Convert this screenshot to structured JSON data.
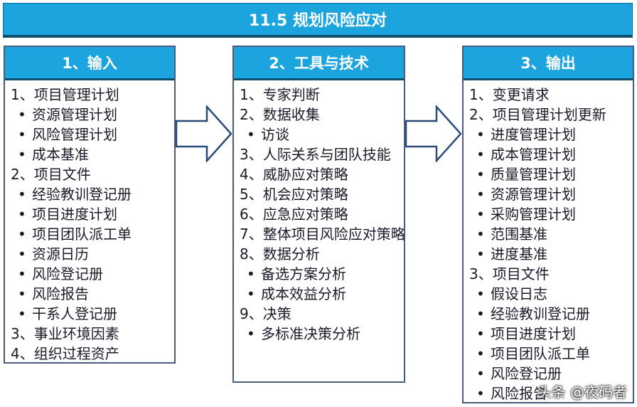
{
  "title": "11.5 规划风险应对",
  "columns": [
    {
      "header": "1、输入",
      "items": [
        {
          "text": "1、项目管理计划",
          "level": 0
        },
        {
          "text": "资源管理计划",
          "level": 1
        },
        {
          "text": "风险管理计划",
          "level": 1
        },
        {
          "text": "成本基准",
          "level": 1
        },
        {
          "text": "2、项目文件",
          "level": 0
        },
        {
          "text": "经验教训登记册",
          "level": 1
        },
        {
          "text": "项目进度计划",
          "level": 1
        },
        {
          "text": "项目团队派工单",
          "level": 1
        },
        {
          "text": "资源日历",
          "level": 1
        },
        {
          "text": "风险登记册",
          "level": 1
        },
        {
          "text": "风险报告",
          "level": 1
        },
        {
          "text": "干系人登记册",
          "level": 1
        },
        {
          "text": "3、事业环境因素",
          "level": 0
        },
        {
          "text": "4、组织过程资产",
          "level": 0
        }
      ]
    },
    {
      "header": "2、工具与技术",
      "items": [
        {
          "text": "1、专家判断",
          "level": 0
        },
        {
          "text": "2、数据收集",
          "level": 0
        },
        {
          "text": "访谈",
          "level": 1
        },
        {
          "text": "3、人际关系与团队技能",
          "level": 0
        },
        {
          "text": "4、威胁应对策略",
          "level": 0
        },
        {
          "text": "5、机会应对策略",
          "level": 0
        },
        {
          "text": "6、应急应对策略",
          "level": 0
        },
        {
          "text": "7、整体项目风险应对策略",
          "level": 0
        },
        {
          "text": "8、数据分析",
          "level": 0
        },
        {
          "text": "备选方案分析",
          "level": 1
        },
        {
          "text": "成本效益分析",
          "level": 1
        },
        {
          "text": "9、决策",
          "level": 0
        },
        {
          "text": "多标准决策分析",
          "level": 1
        }
      ]
    },
    {
      "header": "3、输出",
      "items": [
        {
          "text": "1、变更请求",
          "level": 0
        },
        {
          "text": "2、项目管理计划更新",
          "level": 0
        },
        {
          "text": "进度管理计划",
          "level": 1
        },
        {
          "text": "成本管理计划",
          "level": 1
        },
        {
          "text": "质量管理计划",
          "level": 1
        },
        {
          "text": "资源管理计划",
          "level": 1
        },
        {
          "text": "采购管理计划",
          "level": 1
        },
        {
          "text": "范围基准",
          "level": 1
        },
        {
          "text": "进度基准",
          "level": 1
        },
        {
          "text": "3、项目文件",
          "level": 0
        },
        {
          "text": "假设日志",
          "level": 1
        },
        {
          "text": "经验教训登记册",
          "level": 1
        },
        {
          "text": "项目进度计划",
          "level": 1
        },
        {
          "text": "项目团队派工单",
          "level": 1
        },
        {
          "text": "风险登记册",
          "level": 1
        },
        {
          "text": "风险报告",
          "level": 1
        }
      ]
    }
  ],
  "watermark": "头条 @夜码者",
  "colors": {
    "header": "#1ba4dd",
    "border": "#4a5a7a"
  }
}
